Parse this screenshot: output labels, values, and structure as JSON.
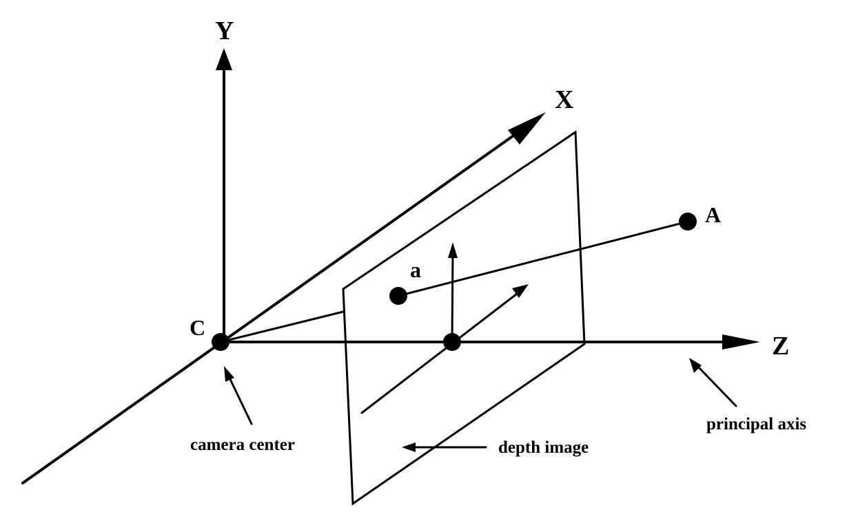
{
  "axes": {
    "x_label": "X",
    "y_label": "Y",
    "z_label": "Z"
  },
  "points": {
    "camera_center_label": "C",
    "image_point_label": "a",
    "world_point_label": "A"
  },
  "annotations": {
    "camera_center": "camera center",
    "depth_image": "depth image",
    "principal_axis": "principal axis"
  },
  "colors": {
    "ink": "#000000",
    "background": "#ffffff"
  }
}
